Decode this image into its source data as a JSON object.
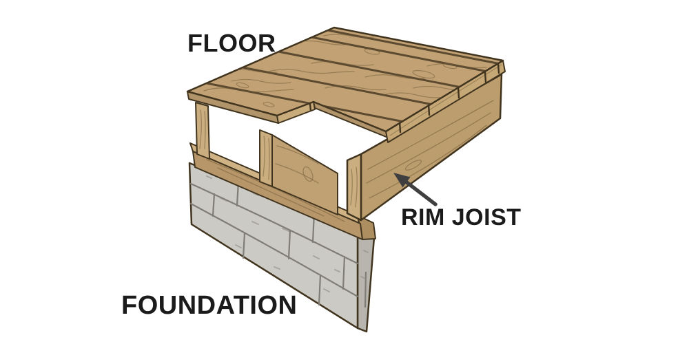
{
  "labels": {
    "floor": "FLOOR",
    "rim_joist": "RIM JOIST",
    "foundation": "FOUNDATION"
  },
  "colors": {
    "background": "#ffffff",
    "wood": "#c2a274",
    "wood_dark": "#bc9d6d",
    "wood_light": "#cbae7f",
    "wood_sill": "#b7976a",
    "wood_shadow": "#b2946a",
    "outline": "#41341f",
    "concrete": "#cccac5",
    "concrete_side": "#b8b5af",
    "label_text": "#1b1b1b",
    "arrow": "#3f3f3f"
  }
}
